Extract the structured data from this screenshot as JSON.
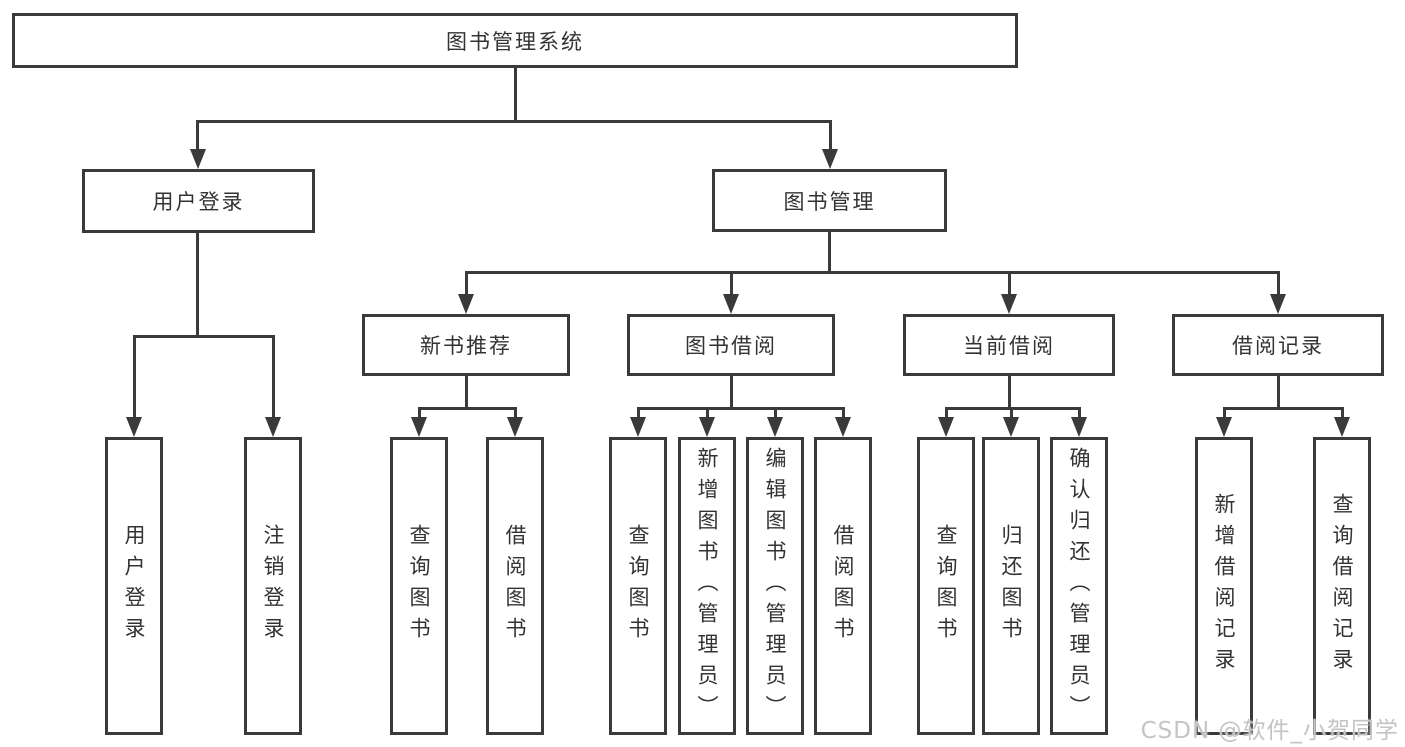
{
  "colors": {
    "ink": "#3a3a3a",
    "text": "#333333",
    "background": "#ffffff",
    "watermark": "#c4c4c4"
  },
  "diagram": {
    "root": {
      "label": "图书管理系统"
    },
    "level2": [
      {
        "label": "用户登录"
      },
      {
        "label": "图书管理"
      }
    ],
    "level3": [
      {
        "label": "新书推荐"
      },
      {
        "label": "图书借阅"
      },
      {
        "label": "当前借阅"
      },
      {
        "label": "借阅记录"
      }
    ],
    "leaves": {
      "user": [
        "用户登录",
        "注销登录"
      ],
      "new_books": [
        "查询图书",
        "借阅图书"
      ],
      "borrow": [
        "查询图书",
        "新增图书（管理员）",
        "编辑图书（管理员）",
        "借阅图书"
      ],
      "current": [
        "查询图书",
        "归还图书",
        "确认归还（管理员）"
      ],
      "records": [
        "新增借阅记录",
        "查询借阅记录"
      ]
    }
  },
  "watermark": {
    "text": "CSDN @软件_小贺同学"
  }
}
